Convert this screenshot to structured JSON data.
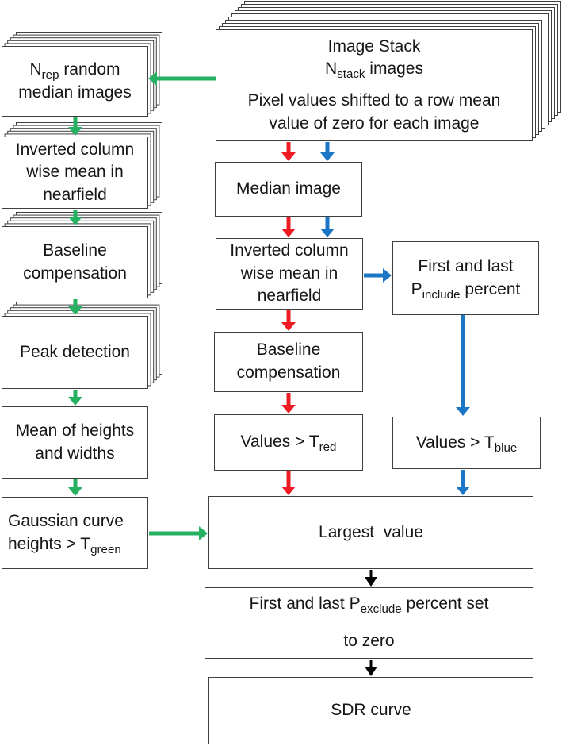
{
  "colors": {
    "arrow_red": "#EE1B22",
    "arrow_blue": "#1B76C5",
    "arrow_green": "#25B161",
    "arrow_black": "#000000",
    "box_border": "#3F3F3F",
    "background": "#FFFFFF"
  },
  "nodes": {
    "image_stack": {
      "title": "Image Stack",
      "count_parts": [
        "N",
        "stack",
        " images"
      ],
      "desc": "Pixel values shifted to a row mean value of zero for each image"
    },
    "nrep": {
      "parts": [
        "N",
        "rep",
        " random median images"
      ]
    },
    "inverted_left": {
      "label": "Inverted column wise mean in nearfield"
    },
    "baseline_left": {
      "label": "Baseline compensation"
    },
    "peak": {
      "label": "Peak detection"
    },
    "mean_hw": {
      "label": "Mean of heights and widths"
    },
    "gaussian": {
      "parts": [
        "Gaussian curve heights > T",
        "green"
      ]
    },
    "median": {
      "label": "Median image"
    },
    "inverted_mid": {
      "label": "Inverted column wise mean in nearfield"
    },
    "baseline_mid": {
      "label": "Baseline compensation"
    },
    "values_red": {
      "parts": [
        "Values > T",
        "red"
      ]
    },
    "include": {
      "parts": [
        "First and last P",
        "include",
        " percent"
      ]
    },
    "values_blue": {
      "parts": [
        "Values > T",
        "blue"
      ]
    },
    "largest": {
      "label": "Largest  value"
    },
    "exclude": {
      "line1_parts": [
        "First and last P",
        "exclude",
        " percent set"
      ],
      "line2": "to zero"
    },
    "sdr": {
      "label": "SDR curve"
    }
  }
}
